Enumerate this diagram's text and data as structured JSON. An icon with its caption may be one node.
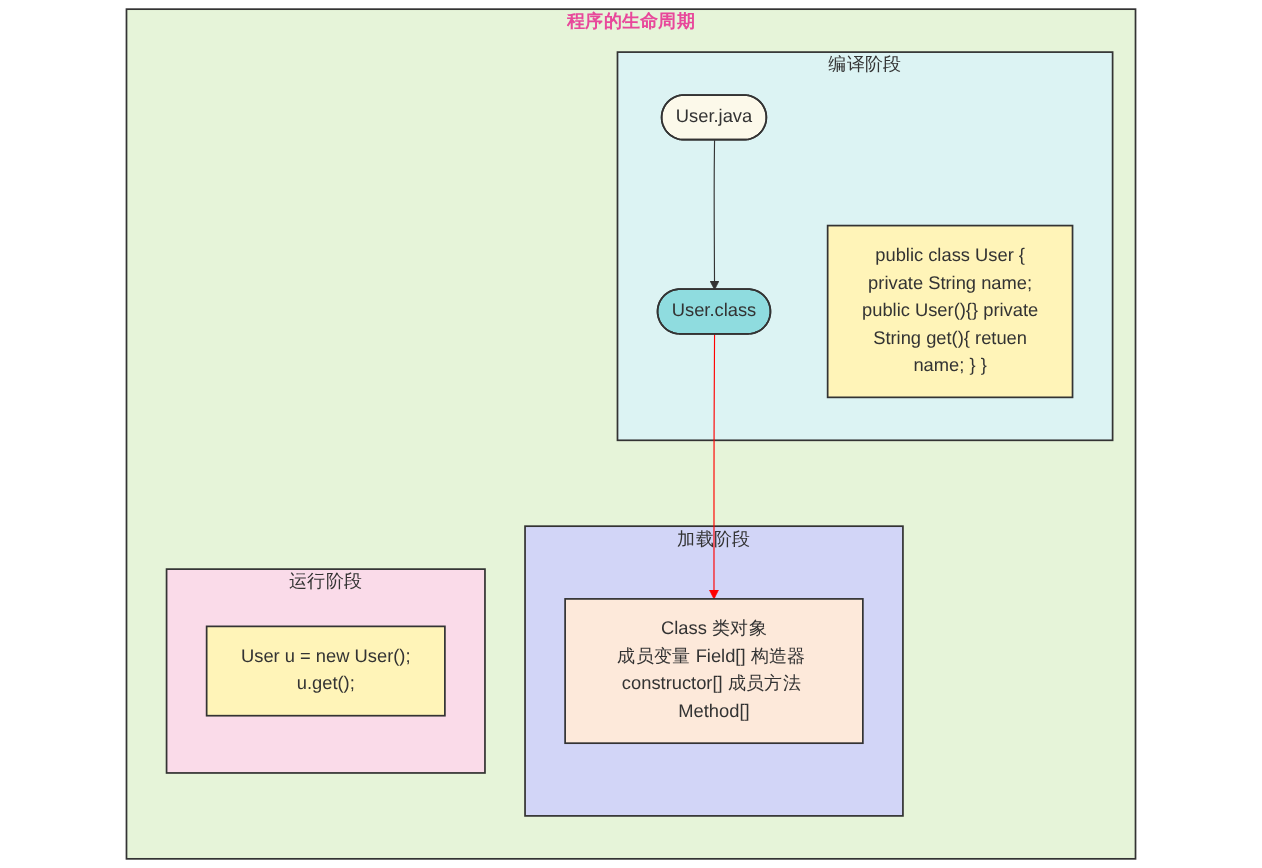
{
  "diagram": {
    "nodes": [
      {
        "text": [
          "程序的生命周期"
        ]
      },
      {
        "text": [
          "编译阶段"
        ],
        "in": 0
      },
      {
        "text": [
          "public class User { private String name; public User(){} private String get(){ retuen name; } }"
        ],
        "in": 1
      },
      {
        "text": [
          "User.java"
        ],
        "in": 1
      },
      {
        "text": [
          "User.class"
        ],
        "in": 1
      },
      {
        "text": [
          "加载阶段"
        ],
        "in": 0
      },
      {
        "text": [
          "Class 类对象",
          "成员变量 Field[] 构造器 constructor[] 成员方法 Method[]"
        ],
        "in": 5
      },
      {
        "text": [
          "运行阶段"
        ],
        "in": 0
      },
      {
        "text": [
          "User u = new User();",
          "u.get();"
        ],
        "in": 7
      }
    ],
    "edges": [
      {
        "from": 3,
        "to": 4,
        "arrow": "to"
      },
      {
        "from": 4,
        "to": 6,
        "arrow": "to",
        "color": "#ff0000"
      }
    ]
  }
}
